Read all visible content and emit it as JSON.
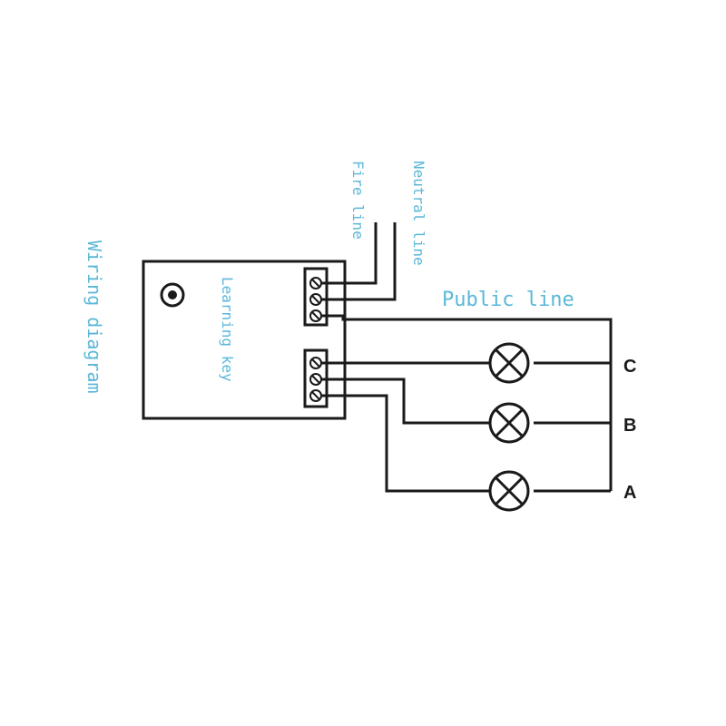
{
  "labels": {
    "wiring_diagram": "Wiring diagram",
    "learning_key": "Learning key",
    "fire_line": "Fire line",
    "neutral_line": "Neutral line",
    "public_line": "Public line",
    "phase_c": "C",
    "phase_b": "B",
    "phase_a": "A"
  },
  "colors": {
    "label_color": "#5bb8d8",
    "line_color": "#1a1a1a"
  }
}
